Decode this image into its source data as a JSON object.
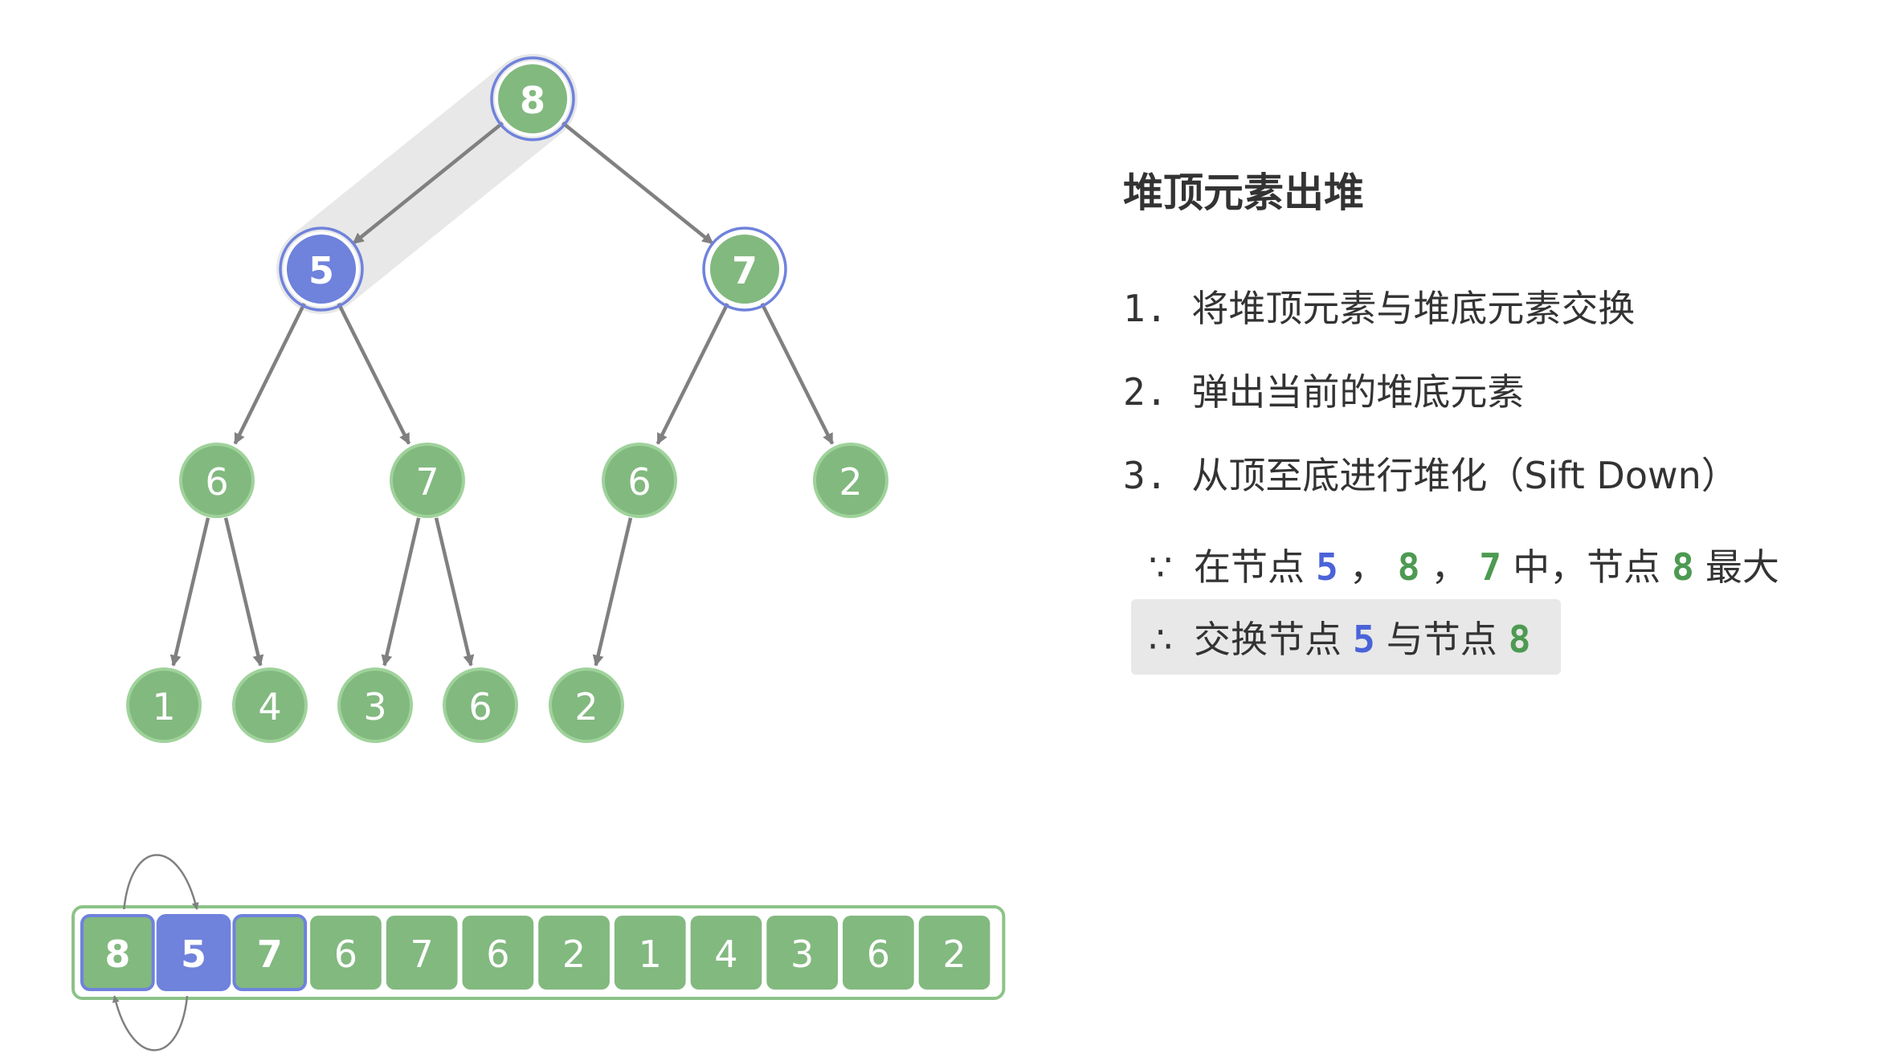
{
  "tree": {
    "nodes": [
      {
        "id": "n0",
        "value": "8",
        "state": "compare"
      },
      {
        "id": "n1",
        "value": "5",
        "state": "current"
      },
      {
        "id": "n2",
        "value": "7",
        "state": "compare"
      },
      {
        "id": "n3",
        "value": "6",
        "state": "normal"
      },
      {
        "id": "n4",
        "value": "7",
        "state": "normal"
      },
      {
        "id": "n5",
        "value": "6",
        "state": "normal"
      },
      {
        "id": "n6",
        "value": "2",
        "state": "normal"
      },
      {
        "id": "n7",
        "value": "1",
        "state": "normal"
      },
      {
        "id": "n8",
        "value": "4",
        "state": "normal"
      },
      {
        "id": "n9",
        "value": "3",
        "state": "normal"
      },
      {
        "id": "n10",
        "value": "6",
        "state": "normal"
      },
      {
        "id": "n11",
        "value": "2",
        "state": "normal"
      }
    ],
    "edges": [
      [
        "n0",
        "n1"
      ],
      [
        "n0",
        "n2"
      ],
      [
        "n1",
        "n3"
      ],
      [
        "n1",
        "n4"
      ],
      [
        "n2",
        "n5"
      ],
      [
        "n2",
        "n6"
      ],
      [
        "n3",
        "n7"
      ],
      [
        "n3",
        "n8"
      ],
      [
        "n4",
        "n9"
      ],
      [
        "n4",
        "n10"
      ],
      [
        "n5",
        "n11"
      ]
    ],
    "highlighted_edge": [
      "n0",
      "n1"
    ]
  },
  "array": {
    "cells": [
      {
        "value": "8",
        "state": "compare"
      },
      {
        "value": "5",
        "state": "current"
      },
      {
        "value": "7",
        "state": "compare"
      },
      {
        "value": "6",
        "state": "normal"
      },
      {
        "value": "7",
        "state": "normal"
      },
      {
        "value": "6",
        "state": "normal"
      },
      {
        "value": "2",
        "state": "normal"
      },
      {
        "value": "1",
        "state": "normal"
      },
      {
        "value": "4",
        "state": "normal"
      },
      {
        "value": "3",
        "state": "normal"
      },
      {
        "value": "6",
        "state": "normal"
      },
      {
        "value": "2",
        "state": "normal"
      }
    ],
    "swap_between": [
      0,
      1
    ]
  },
  "panel": {
    "title": "堆顶元素出堆",
    "steps": [
      {
        "num": "1.",
        "text": "将堆顶元素与堆底元素交换"
      },
      {
        "num": "2.",
        "text": "弹出当前的堆底元素"
      },
      {
        "num": "3.",
        "text": "从顶至底进行堆化（Sift Down）"
      }
    ],
    "because": {
      "symbol": "∵",
      "prefix": "在节点",
      "values": [
        "5",
        "8",
        "7"
      ],
      "separator": "，",
      "middle": "中，节点",
      "max_value": "8",
      "suffix": "最大"
    },
    "therefore": {
      "symbol": "∴",
      "prefix": "交换节点",
      "value_a": "5",
      "middle": "与节点",
      "value_b": "8"
    }
  },
  "colors": {
    "node_fill": "#82b97f",
    "node_ring": "#9fd29b",
    "current_fill": "#6f82dc",
    "highlight_ring": "#6f82dc",
    "edge": "#808080",
    "highlight_band": "#e8e8e8",
    "array_border": "#8cc387"
  }
}
